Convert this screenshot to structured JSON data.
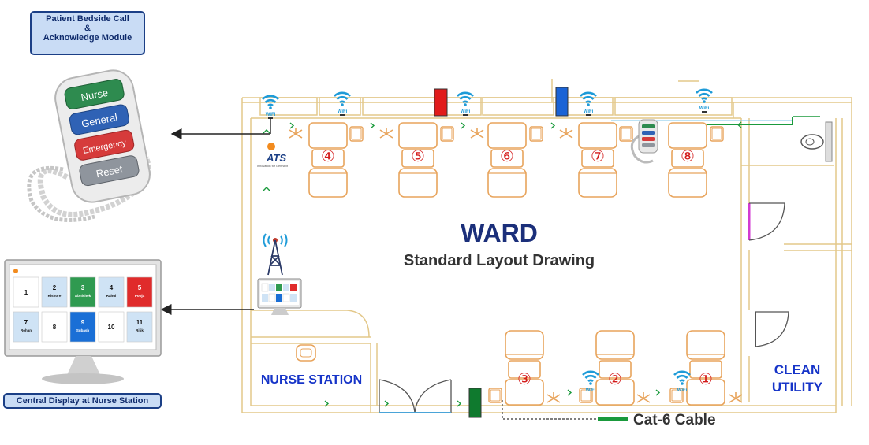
{
  "callouts": {
    "bedside_line1": "Patient Bedside Call",
    "bedside_line2": "&",
    "bedside_line3": "Acknowledge Module",
    "central": "Central Display at Nurse Station"
  },
  "handset": {
    "nurse": "Nurse",
    "general": "General",
    "emergency": "Emergency",
    "reset": "Reset"
  },
  "display_tiles": [
    {
      "num": "1",
      "name": ""
    },
    {
      "num": "2",
      "name": "Kishore"
    },
    {
      "num": "3",
      "name": "Abhishek"
    },
    {
      "num": "4",
      "name": "Rahul"
    },
    {
      "num": "5",
      "name": "Pooja"
    },
    {
      "num": "7",
      "name": "Rohan"
    },
    {
      "num": "8",
      "name": ""
    },
    {
      "num": "9",
      "name": "Subash"
    },
    {
      "num": "10",
      "name": ""
    },
    {
      "num": "11",
      "name": "Ritik"
    }
  ],
  "ward": {
    "title": "WARD",
    "subtitle": "Standard Layout Drawing",
    "nurse_station": "NURSE STATION",
    "clean_line1": "CLEAN",
    "clean_line2": "UTILITY",
    "cable": "Cat-6 Cable",
    "wifi": "WiFi",
    "logo_text": "ATS",
    "logo_tagline": "Innovation for GenNext",
    "beds_top": [
      "④",
      "⑤",
      "⑥",
      "⑦",
      "⑧"
    ],
    "beds_bottom": [
      "③",
      "②",
      "①"
    ]
  },
  "colors": {
    "wall": "#e3c88a",
    "bed": "#e8a45c",
    "nurse_btn": "#2e8b4f",
    "general_btn": "#2f62b5",
    "emergency_btn": "#d63b3b",
    "reset_btn": "#8f959d",
    "wifi": "#1e9bd8",
    "red_device": "#e11b1b",
    "blue_device": "#1a63d6",
    "green_device": "#0f7a2e",
    "cable": "#1a9a3c",
    "title": "#1b2f7a",
    "label_blue": "#1634c8"
  }
}
